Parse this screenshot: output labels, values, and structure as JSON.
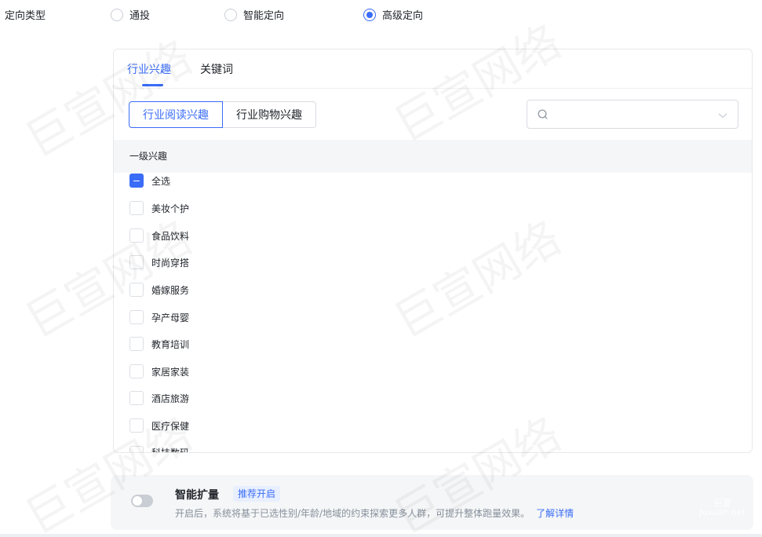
{
  "targeting_type": {
    "label": "定向类型",
    "options": [
      {
        "label": "通投",
        "checked": false
      },
      {
        "label": "智能定向",
        "checked": false
      },
      {
        "label": "高级定向",
        "checked": true
      }
    ]
  },
  "panel": {
    "tabs": [
      {
        "label": "行业兴趣",
        "active": true
      },
      {
        "label": "关键词",
        "active": false
      }
    ],
    "segments": [
      {
        "label": "行业阅读兴趣",
        "active": true
      },
      {
        "label": "行业购物兴趣",
        "active": false
      }
    ],
    "search": {
      "placeholder": "",
      "value": "",
      "icon": "search-icon",
      "dropdown_icon": "chevron-down-icon"
    },
    "table_header": "一级兴趣",
    "items": [
      {
        "label": "全选",
        "state": "indeterminate"
      },
      {
        "label": "美妆个护",
        "state": "unchecked"
      },
      {
        "label": "食品饮料",
        "state": "unchecked"
      },
      {
        "label": "时尚穿搭",
        "state": "unchecked"
      },
      {
        "label": "婚嫁服务",
        "state": "unchecked"
      },
      {
        "label": "孕产母婴",
        "state": "unchecked"
      },
      {
        "label": "教育培训",
        "state": "unchecked"
      },
      {
        "label": "家居家装",
        "state": "unchecked"
      },
      {
        "label": "酒店旅游",
        "state": "unchecked"
      },
      {
        "label": "医疗保健",
        "state": "unchecked"
      },
      {
        "label": "科技数码",
        "state": "unchecked"
      }
    ]
  },
  "smart_expand": {
    "title": "智能扩量",
    "tag": "推荐开启",
    "enabled": false,
    "description": "开启后，系统将基于已选性别/年龄/地域的约束探索更多人群，可提升整体跑量效果。",
    "link": "了解详情"
  },
  "watermarks": {
    "text": "巨宣网络",
    "corner_line1": "巨宣",
    "corner_line2": "Juxuan.net"
  },
  "colors": {
    "accent": "#3a6cf7",
    "tag_bg": "#e8efff",
    "panel_bg": "#f5f6f7",
    "muted_text": "#86909c"
  }
}
